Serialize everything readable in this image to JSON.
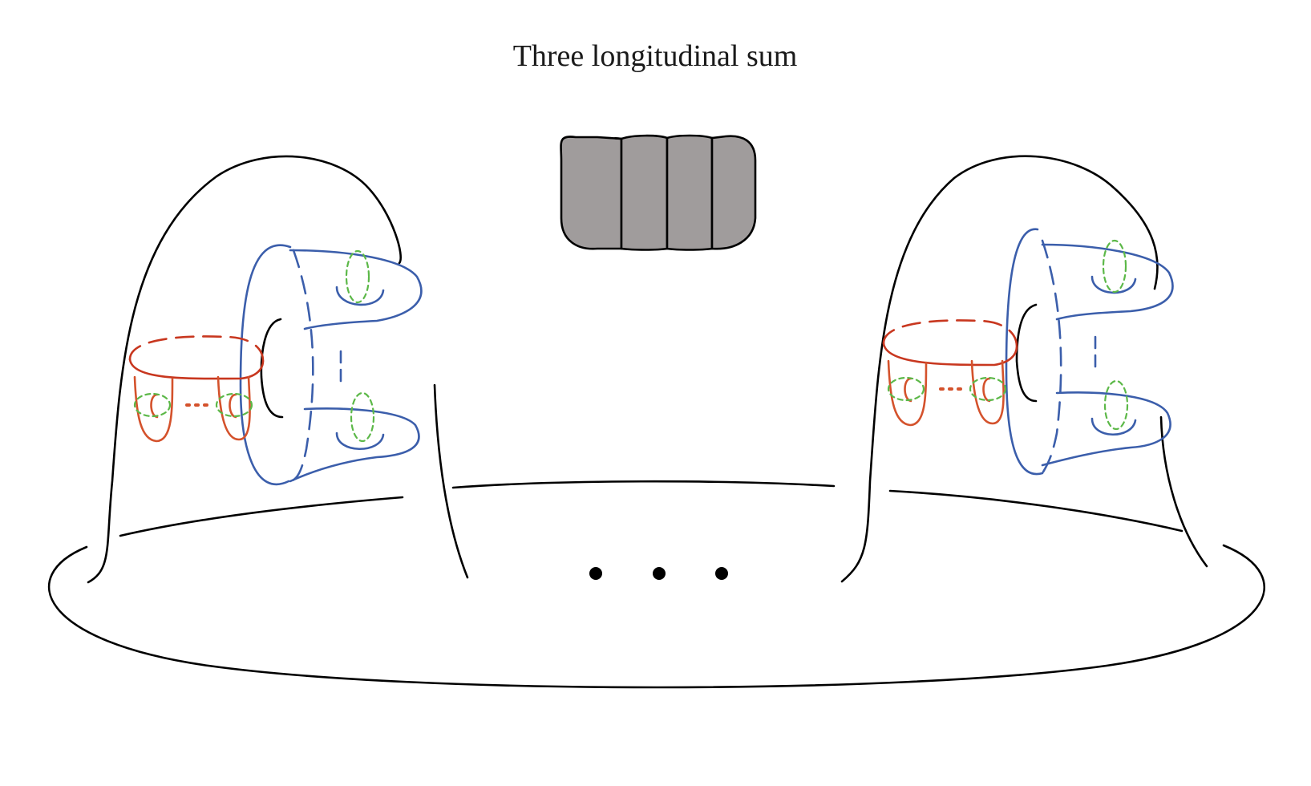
{
  "title": "Three longitudinal sum",
  "colors": {
    "outline": "#000000",
    "blue": "#3b5eab",
    "red": "#c8371f",
    "orange": "#d4522c",
    "green": "#5cb848",
    "gray_fill": "#a09c9c"
  },
  "ellipsis_dots_count": 3,
  "caps_count": 2,
  "inset_lobes_count": 4
}
